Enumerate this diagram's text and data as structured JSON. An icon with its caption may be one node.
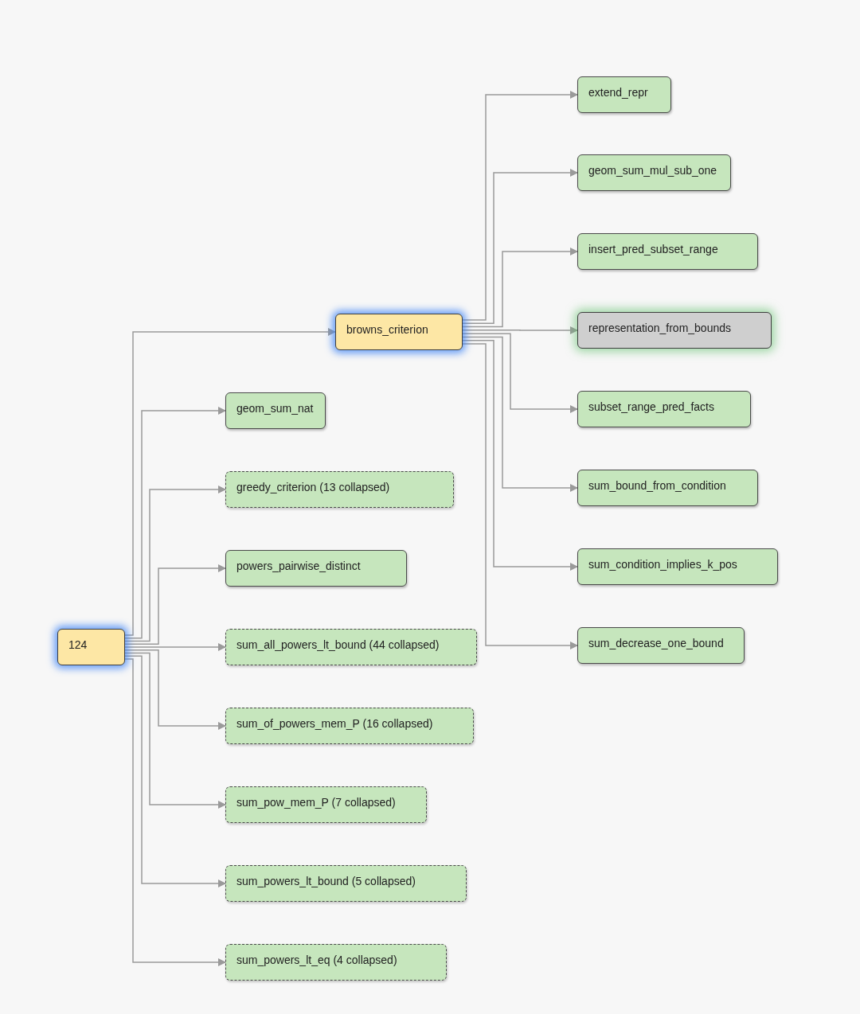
{
  "diagram": {
    "nodes": [
      {
        "text": [
          "124"
        ]
      },
      {
        "text": [
          "browns_criterion"
        ]
      },
      {
        "text": [
          "geom_sum_nat"
        ]
      },
      {
        "text": [
          "greedy_criterion (13 collapsed)"
        ]
      },
      {
        "text": [
          "powers_pairwise_distinct"
        ]
      },
      {
        "text": [
          "sum_all_powers_lt_bound (44 collapsed)"
        ]
      },
      {
        "text": [
          "sum_of_powers_mem_P (16 collapsed)"
        ]
      },
      {
        "text": [
          "sum_pow_mem_P (7 collapsed)"
        ]
      },
      {
        "text": [
          "sum_powers_lt_bound (5 collapsed)"
        ]
      },
      {
        "text": [
          "sum_powers_lt_eq (4 collapsed)"
        ]
      },
      {
        "text": [
          "extend_repr"
        ]
      },
      {
        "text": [
          "geom_sum_mul_sub_one"
        ]
      },
      {
        "text": [
          "insert_pred_subset_range"
        ]
      },
      {
        "text": [
          "representation_from_bounds"
        ]
      },
      {
        "text": [
          "subset_range_pred_facts"
        ]
      },
      {
        "text": [
          "sum_bound_from_condition"
        ]
      },
      {
        "text": [
          "sum_condition_implies_k_pos"
        ]
      },
      {
        "text": [
          "sum_decrease_one_bound"
        ]
      }
    ],
    "edges": [
      {
        "from": 0,
        "to": 1,
        "arrow": "to"
      },
      {
        "from": 0,
        "to": 2,
        "arrow": "to"
      },
      {
        "from": 0,
        "to": 3,
        "arrow": "to"
      },
      {
        "from": 0,
        "to": 4,
        "arrow": "to"
      },
      {
        "from": 0,
        "to": 5,
        "arrow": "to"
      },
      {
        "from": 0,
        "to": 6,
        "arrow": "to"
      },
      {
        "from": 0,
        "to": 7,
        "arrow": "to"
      },
      {
        "from": 0,
        "to": 8,
        "arrow": "to"
      },
      {
        "from": 0,
        "to": 9,
        "arrow": "to"
      },
      {
        "from": 1,
        "to": 10,
        "arrow": "to"
      },
      {
        "from": 1,
        "to": 11,
        "arrow": "to"
      },
      {
        "from": 1,
        "to": 12,
        "arrow": "to"
      },
      {
        "from": 1,
        "to": 13,
        "arrow": "to"
      },
      {
        "from": 1,
        "to": 14,
        "arrow": "to"
      },
      {
        "from": 1,
        "to": 15,
        "arrow": "to"
      },
      {
        "from": 1,
        "to": 16,
        "arrow": "to"
      },
      {
        "from": 1,
        "to": 17,
        "arrow": "to"
      }
    ]
  }
}
